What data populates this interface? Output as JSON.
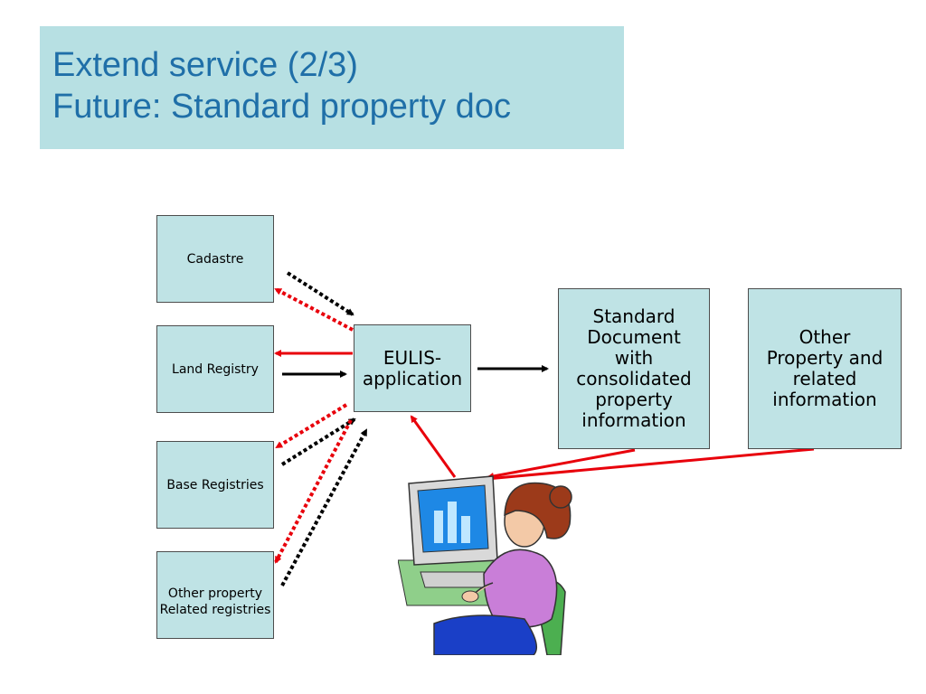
{
  "title": {
    "line1": "Extend service (2/3)",
    "line2": "Future: Standard property doc"
  },
  "nodes": {
    "cadastre": "Cadastre",
    "land_registry": "Land Registry",
    "base_registries": "Base Registries",
    "other_property": [
      "Other property",
      "Related registries"
    ],
    "eulis": [
      "EULIS-",
      "application"
    ],
    "standard_doc": [
      "Standard",
      "Document",
      "with",
      "consolidated",
      "property",
      "information"
    ],
    "other_info": [
      "Other",
      "Property and",
      "related",
      "information"
    ]
  },
  "colors": {
    "title_bg": "#b7e0e3",
    "title_text": "#1f6fa8",
    "box_bg": "#bfe3e5",
    "red_arrow": "#e8000b",
    "black_arrow": "#000000"
  },
  "icons": {
    "user": "woman-at-computer-icon"
  }
}
